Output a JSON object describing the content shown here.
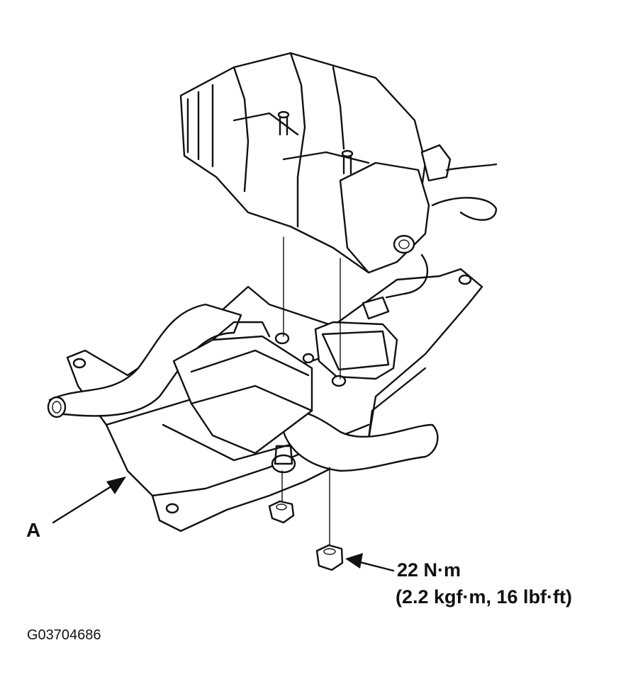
{
  "labels": {
    "part_a": "A",
    "torque_nm": "22 N·m",
    "torque_alt": "(2.2 kgf·m, 16 lbf·ft)",
    "figure_code": "G03704686"
  },
  "icons": [
    "canister-assembly",
    "mounting-bracket",
    "hose",
    "flange-nut",
    "arrow"
  ]
}
